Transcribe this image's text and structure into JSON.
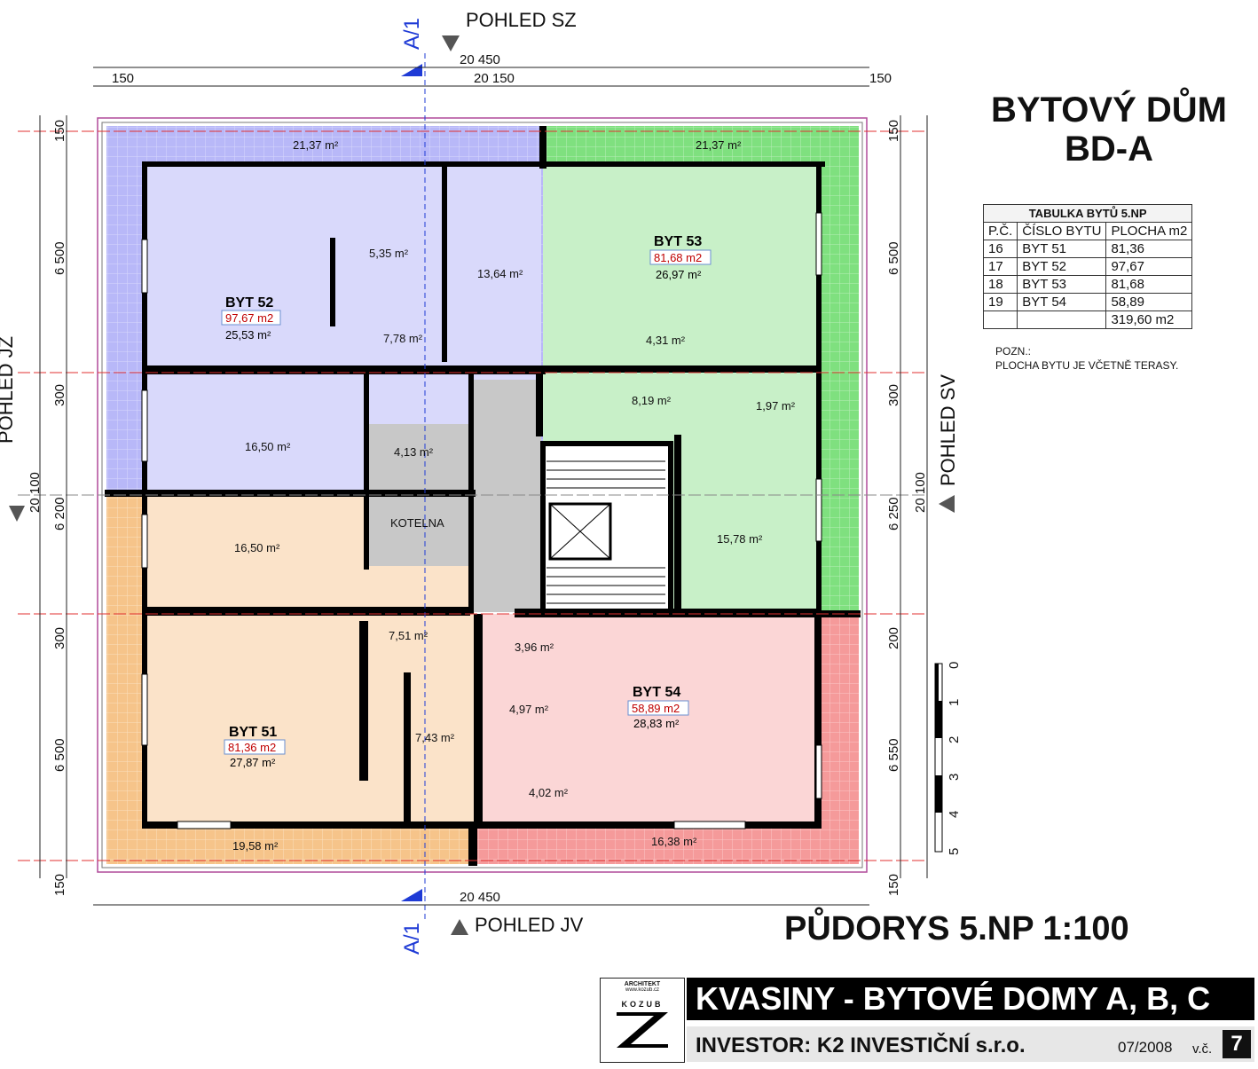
{
  "header": {
    "title_line1": "BYTOVÝ DŮM",
    "title_line2": "BD-A"
  },
  "views": {
    "top": "POHLED SZ",
    "bottom": "POHLED JV",
    "right": "POHLED SV",
    "left": "POHLED JZ",
    "section": "A/1"
  },
  "dimensions": {
    "top_total": "20 450",
    "top_inner": "20 150",
    "top_edge": "150",
    "bottom_total": "20 450",
    "left_segments": [
      "150",
      "6 500",
      "300",
      "6 200",
      "300",
      "6 500",
      "150"
    ],
    "right_segments": [
      "150",
      "6 500",
      "300",
      "6 250",
      "200",
      "6 550",
      "150"
    ],
    "left_total": "20 100",
    "right_total": "20 100"
  },
  "zone_colors": {
    "byt52": "#b8b8f8",
    "byt52_light": "#d9d9fb",
    "byt53": "#7fe07f",
    "byt53_light": "#c8f0c8",
    "byt51": "#f6c48a",
    "byt51_light": "#fbe3c9",
    "byt54": "#f59a9a",
    "byt54_light": "#fbd6d6",
    "common": "#c8c8c8",
    "wall": "#000000"
  },
  "apartments": [
    {
      "name": "BYT 52",
      "area": "97,67 m2",
      "living": "25,53 m²"
    },
    {
      "name": "BYT 53",
      "area": "81,68 m2",
      "living": "26,97 m²"
    },
    {
      "name": "BYT 51",
      "area": "81,36 m2",
      "living": "27,87 m²"
    },
    {
      "name": "BYT 54",
      "area": "58,89 m2",
      "living": "28,83 m²"
    }
  ],
  "rooms": {
    "terrace_52": "21,37 m²",
    "terrace_53": "21,37 m²",
    "terrace_51": "19,58 m²",
    "terrace_54": "16,38 m²",
    "bath_52": "5,35 m²",
    "bed_52": "13,64 m²",
    "hall_52": "7,78 m²",
    "room_52": "16,50 m²",
    "store_52": "4,13 m²",
    "bath_53": "4,31 m²",
    "hall_53": "8,19 m²",
    "store_53": "1,97 m²",
    "bed_53": "15,78 m²",
    "boiler": "KOTELNA",
    "bed_51": "16,50 m²",
    "hall_51": "7,51 m²",
    "bath_51": "7,43 m²",
    "hall_54": "3,96 m²",
    "bath_54": "4,97 m²",
    "store_54": "4,02 m²"
  },
  "table": {
    "caption": "TABULKA BYTŮ  5.NP",
    "headers": [
      "P.Č.",
      "ČÍSLO BYTU",
      "PLOCHA m2"
    ],
    "rows": [
      [
        "16",
        "BYT 51",
        "81,36"
      ],
      [
        "17",
        "BYT 52",
        "97,67"
      ],
      [
        "18",
        "BYT 53",
        "81,68"
      ],
      [
        "19",
        "BYT 54",
        "58,89"
      ]
    ],
    "total": "319,60 m2"
  },
  "note": {
    "line1": "POZN.:",
    "line2": "PLOCHA BYTU JE VČETNĚ TERASY."
  },
  "scale_bar": [
    "0",
    "1",
    "2",
    "3",
    "4",
    "5"
  ],
  "plan_title": "PŮDORYS 5.NP  1:100",
  "footer": {
    "logo_architect": "ARCHITEKT",
    "logo_web": "www.kozub.cz",
    "logo_name": "KOZUB",
    "project": "KVASINY - BYTOVÉ  DOMY A, B, C",
    "investor": "INVESTOR: K2 INVESTIČNÍ s.r.o.",
    "date": "07/2008",
    "drawing_label": "v.č.",
    "drawing_number": "7"
  }
}
